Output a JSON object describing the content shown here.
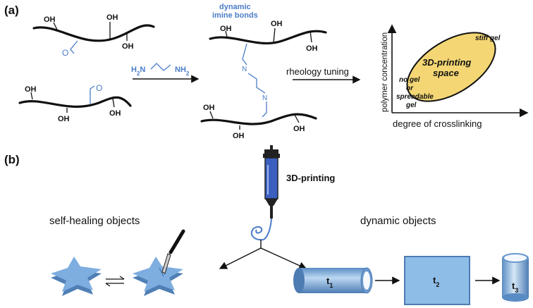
{
  "panel_a": {
    "label": "(a)",
    "oh": "OH",
    "carbonyl_o": "O",
    "diamine_left": "H",
    "diamine_sub": "2",
    "diamine_n": "N",
    "diamine_right_n": "NH",
    "diamine_right_sub": "2",
    "imine_n": "N",
    "dynamic_line1": "dynamic",
    "dynamic_line2": "imine bonds",
    "rheology": "rheology tuning"
  },
  "chart": {
    "ylabel": "polymer concentration",
    "xlabel": "degree of crosslinking",
    "region_line1": "3D-printing",
    "region_line2": "space",
    "stiff": "stiff gel",
    "nogel_lines": [
      "no gel",
      "or",
      "spreadable",
      "gel"
    ]
  },
  "panel_b": {
    "label": "(b)",
    "printing": "3D-printing",
    "self_healing": "self-healing objects",
    "dynamic_objects": "dynamic objects",
    "t_base": "t",
    "t1": "1",
    "t2": "2",
    "t3": "3"
  },
  "colors": {
    "blue_text": "#4a7cc7",
    "ellipse_fill": "#f4d774",
    "object_blue": "#7eaee0",
    "object_dark": "#4f7fb5",
    "syringe_blue": "#3a5fbf"
  }
}
